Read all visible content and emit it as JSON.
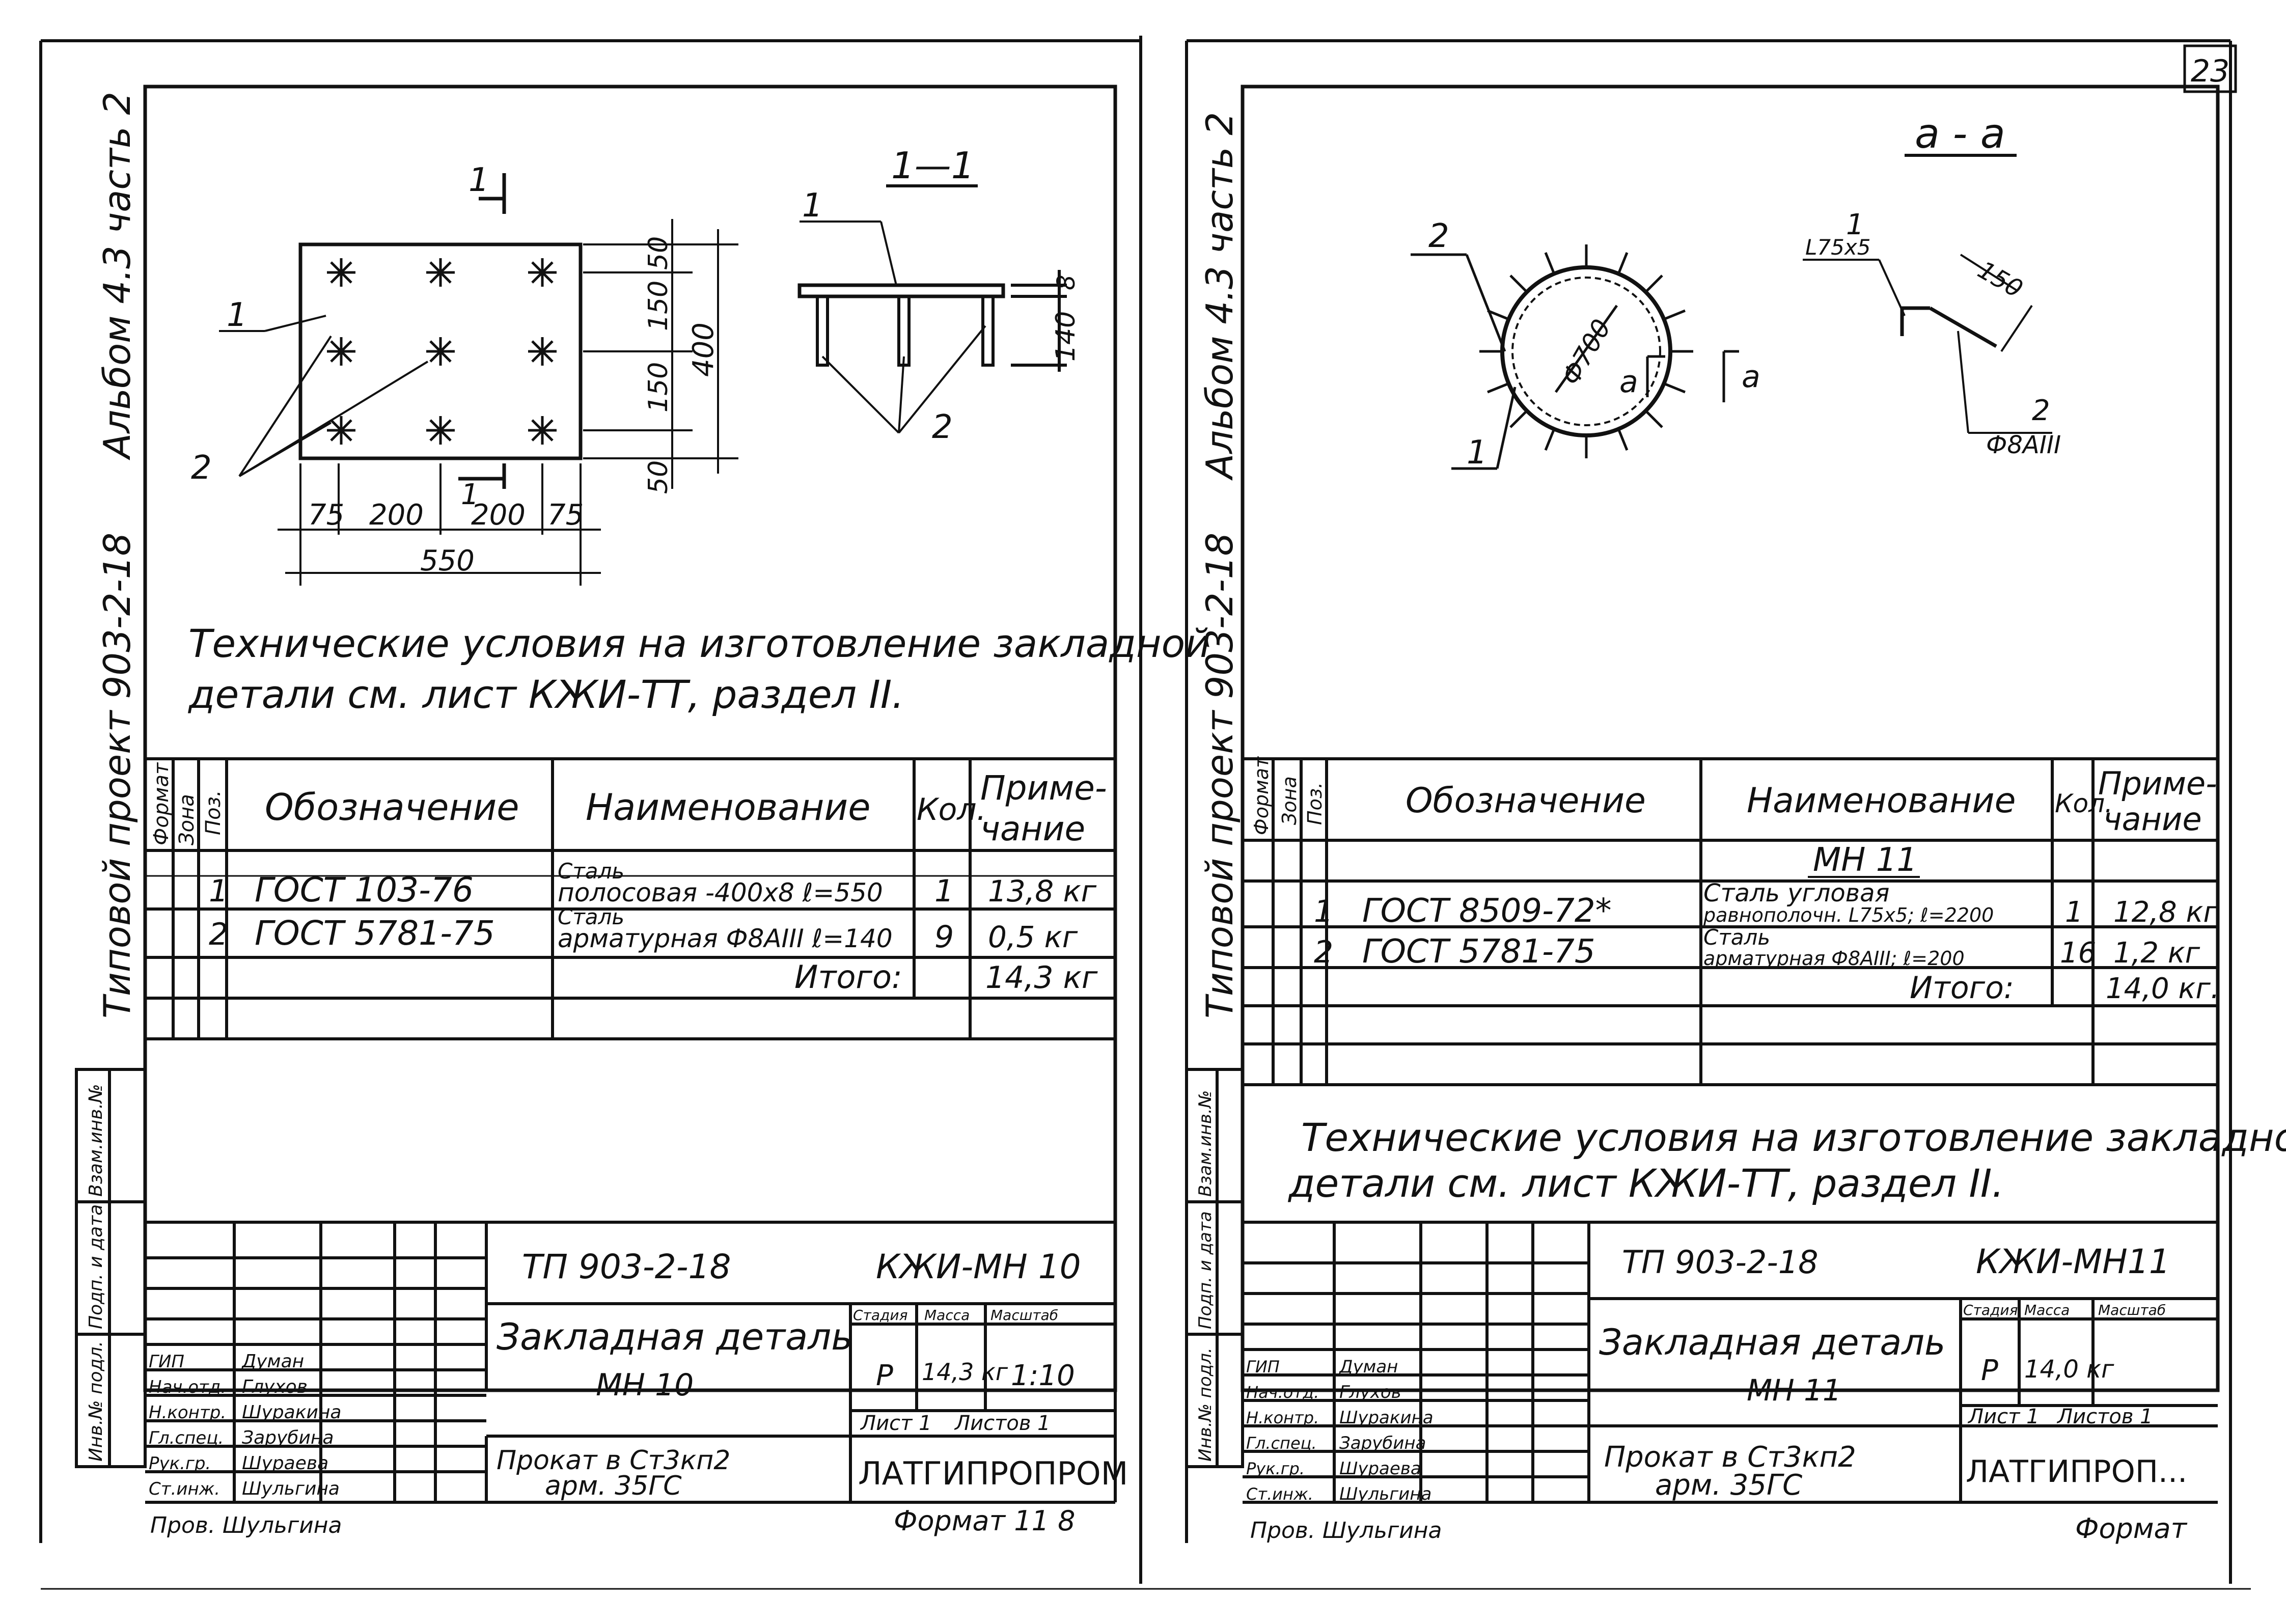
{
  "page_number": "23",
  "left": {
    "side_title_1": "Альбом 4.3 часть 2",
    "side_title_2": "Типовой проект 903-2-18",
    "plan": {
      "section_mark": "1",
      "pos1": "1",
      "pos2": "2",
      "dims_bottom": [
        "75",
        "200",
        "200",
        "75"
      ],
      "dim_total_width": "550",
      "dims_right": [
        "50",
        "150",
        "150",
        "50"
      ],
      "dim_total_height": "400"
    },
    "section": {
      "title": "1—1",
      "pos1": "1",
      "pos2": "2",
      "dim_thickness": "8",
      "dim_height": "140"
    },
    "tech_note_line1": "Технические условия на изготовление закладной",
    "tech_note_line2": "детали см. лист КЖИ-ТТ, раздел II.",
    "spec": {
      "headers": [
        "Формат",
        "Зона",
        "Поз.",
        "Обозначение",
        "Наименование",
        "Кол.",
        "Приме-",
        "чание"
      ],
      "rows": [
        {
          "pos": "1",
          "designation": "ГОСТ 103-76",
          "name1": "Сталь",
          "name2": "полосовая -400x8  ℓ=550",
          "qty": "1",
          "note": "13,8 кг"
        },
        {
          "pos": "2",
          "designation": "ГОСТ 5781-75",
          "name1": "Сталь",
          "name2": "арматурная Ф8АIII  ℓ=140",
          "qty": "9",
          "note": "0,5 кг"
        }
      ],
      "total_label": "Итого:",
      "total_value": "14,3 кг"
    },
    "side_stamps": [
      "Взам.инв.№",
      "Подп. и дата",
      "Инв.№ подл."
    ],
    "title_block": {
      "project": "ТП 903-2-18",
      "code": "КЖИ-МН 10",
      "name_line1": "Закладная деталь",
      "name_line2": "МН 10",
      "stage_header": "Стадия",
      "mass_header": "Масса",
      "scale_header": "Масштаб",
      "stage": "Р",
      "mass": "14,3 кг",
      "scale": "1:10",
      "sheet": "Лист 1",
      "sheets": "Листов 1",
      "material_line1": "Прокат в Ст3кп2",
      "material_line2": "арм. 35ГС",
      "org": "ЛАТГИПРОПРОМ",
      "roles": [
        "ГИП",
        "Нач.отд.",
        "Н.контр.",
        "Гл.спец.",
        "Рук.гр.",
        "Ст.инж."
      ],
      "names": [
        "Думан",
        "Глухов",
        "Шуракина",
        "Зарубина",
        "Шураева",
        "Шульгина"
      ],
      "checker": "Пров. Шульгина",
      "format": "Формат 11 8"
    }
  },
  "right": {
    "side_title_1": "Альбом 4.3 часть 2",
    "side_title_2": "Типовой проект 903-2-18",
    "ring": {
      "section_title": "а - а",
      "pos1": "1",
      "pos2": "2",
      "diameter": "Ф700",
      "cut_mark": "а"
    },
    "angle_detail": {
      "pos1": "1",
      "profile": "L75x5",
      "dim": "150",
      "pos2": "2",
      "bar": "Ф8АIII"
    },
    "spec": {
      "headers": [
        "Формат",
        "Зона",
        "Поз.",
        "Обозначение",
        "Наименование",
        "Кол.",
        "Приме-",
        "чание"
      ],
      "group_title": "МН 11",
      "rows": [
        {
          "pos": "1",
          "designation": "ГОСТ 8509-72*",
          "name1": "Сталь угловая",
          "name2": "равнополочн. L75x5; ℓ=2200",
          "qty": "1",
          "note": "12,8 кг"
        },
        {
          "pos": "2",
          "designation": "ГОСТ 5781-75",
          "name1": "Сталь",
          "name2": "арматурная Ф8АIII; ℓ=200",
          "qty": "16",
          "note": "1,2 кг"
        }
      ],
      "total_label": "Итого:",
      "total_value": "14,0 кг."
    },
    "tech_note_line1": "Технические условия на изготовление закладной",
    "tech_note_line2": "детали см. лист КЖИ-ТТ, раздел II.",
    "side_stamps": [
      "Взам.инв.№",
      "Подп. и дата",
      "Инв.№ подл."
    ],
    "title_block": {
      "project": "ТП 903-2-18",
      "code": "КЖИ-МН11",
      "name_line1": "Закладная деталь",
      "name_line2": "МН 11",
      "stage_header": "Стадия",
      "mass_header": "Масса",
      "scale_header": "Масштаб",
      "stage": "Р",
      "mass": "14,0 кг",
      "scale": "",
      "sheet": "Лист 1",
      "sheets": "Листов 1",
      "material_line1": "Прокат в Ст3кп2",
      "material_line2": "арм. 35ГС",
      "org": "ЛАТГИПРОП...",
      "roles": [
        "ГИП",
        "Нач.отд.",
        "Н.контр.",
        "Гл.спец.",
        "Рук.гр.",
        "Ст.инж."
      ],
      "names": [
        "Думан",
        "Глухов",
        "Шуракина",
        "Зарубина",
        "Шураева",
        "Шульгина"
      ],
      "checker": "Пров. Шульгина",
      "format": "Формат"
    }
  }
}
